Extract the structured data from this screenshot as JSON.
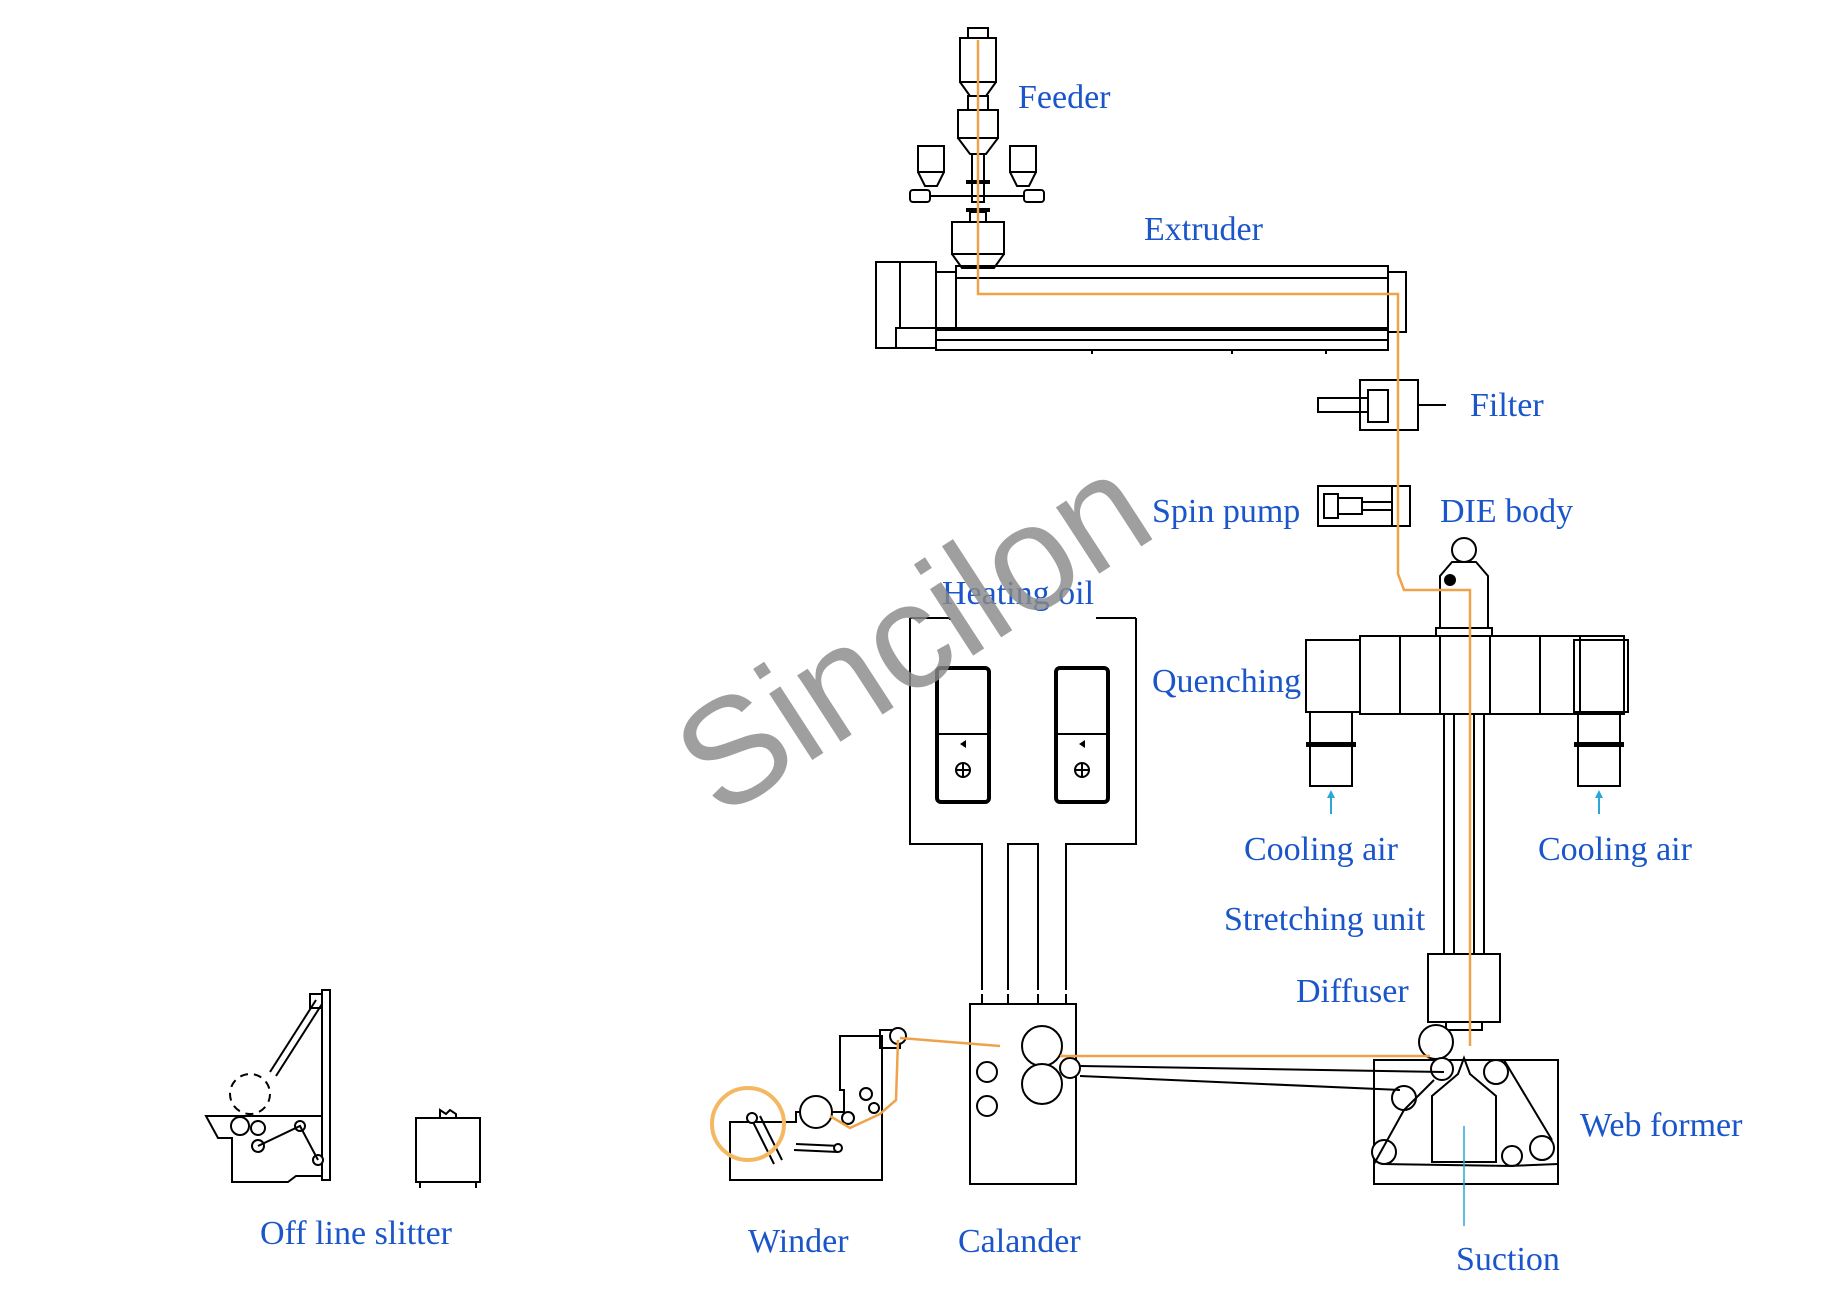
{
  "colors": {
    "label": "#1a56c9",
    "line": "#000000",
    "flow": "#f0a24b",
    "highlight": "#f4b862",
    "arrow": "#2aa7d8",
    "watermark": "#8a8a8a"
  },
  "watermark": "Sincilon",
  "labels": {
    "feeder": "Feeder",
    "extruder": "Extruder",
    "filter": "Filter",
    "spin_pump": "Spin pump",
    "die_body": "DIE body",
    "heating_oil": "Heating oil",
    "quenching": "Quenching",
    "cooling_air_left": "Cooling air",
    "cooling_air_right": "Cooling air",
    "stretching_unit": "Stretching unit",
    "diffuser": "Diffuser",
    "web_former": "Web former",
    "suction": "Suction",
    "calander": "Calander",
    "winder": "Winder",
    "off_line_slitter": "Off line slitter"
  }
}
